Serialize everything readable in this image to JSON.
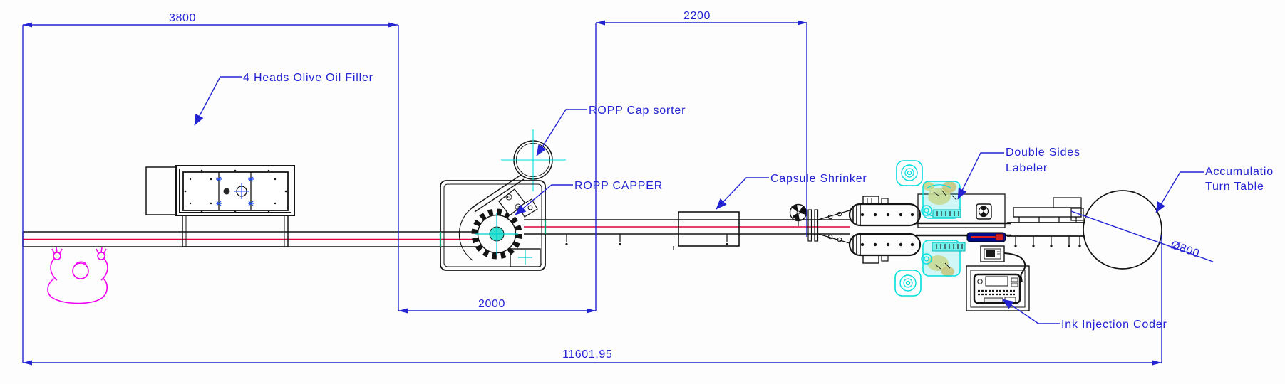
{
  "drawing": {
    "labels": {
      "filler": "4 Heads Olive Oil Filler",
      "cap_sorter": "ROPP Cap sorter",
      "capper": "ROPP CAPPER",
      "shrinker": "Capsule Shrinker",
      "labeler_line1": "Double Sides",
      "labeler_line2": "Labeler",
      "turntable_line1": "Accumulatio",
      "turntable_line2": "Turn Table",
      "coder": "Ink Injection Coder"
    },
    "dimensions": {
      "filler_section_width": "3800",
      "labeler_section_width": "2200",
      "capper_section_width": "2000",
      "total_line_length": "11601,95",
      "turntable_diameter": "Ø800"
    },
    "colors": {
      "annotation_blue": "#2323d4",
      "machine_line_black": "#141414",
      "conveyor_center_red": "#de0038",
      "conveyor_guide_cyan": "#7fd8c8",
      "operator_magenta": "#f000f0",
      "highlight_cyan": "#00dede",
      "wall_marker_green": "#00a070",
      "labeler_bar_navy": "#000d8a"
    }
  }
}
